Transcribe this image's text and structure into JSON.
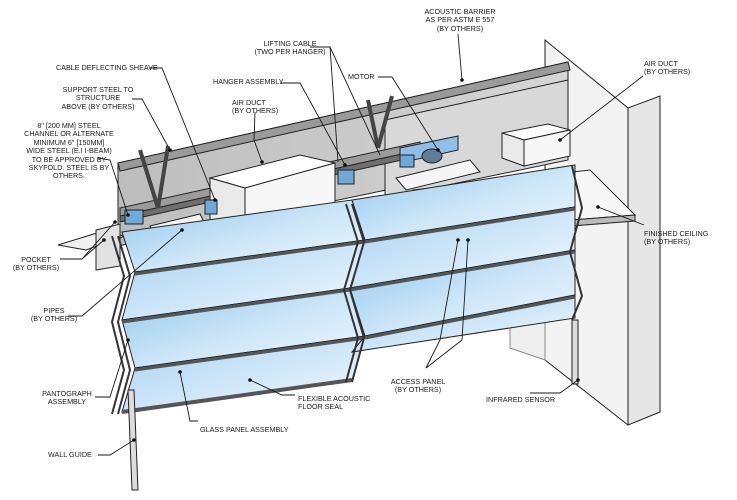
{
  "labels": {
    "acoustic_barrier": "ACOUSTIC BARRIER\nAS PER ASTM E 557\n(BY OTHERS)",
    "lifting_cable": "LIFTING CABLE\n(TWO PER HANGER)",
    "cable_deflecting_sheave": "CABLE DEFLECTING SHEAVE",
    "hanger_assembly": "HANGER ASSEMBLY",
    "motor": "MOTOR",
    "air_duct_right": "AIR DUCT\n(BY OTHERS)",
    "support_steel": "SUPPORT STEEL TO\nSTRUCTURE\nABOVE (BY OTHERS)",
    "air_duct_left": "AIR DUCT\n(BY OTHERS)",
    "steel_channel": "8\" [200 mm] STEEL\nCHANNEL OR ALTERNATE\nMINIMUM 6\" [150mm]\nWIDE STEEL (e.i I-BEAM)\nTO BE APPROVED BY\nSKYFOLD. STEEL IS BY\nOTHERS.",
    "finished_ceiling": "FINISHED CEILING\n(BY OTHERS)",
    "pocket": "POCKET\n(BY OTHERS)",
    "pipes": "PIPES\n(BY OTHERS)",
    "pantograph": "PANTOGRAPH\nASSEMBLY",
    "flexible_seal": "FLEXIBLE ACOUSTIC\nFLOOR SEAL",
    "access_panel": "ACCESS PANEL\n(BY OTHERS)",
    "infrared_sensor": "INFRARED SENSOR",
    "glass_panel": "GLASS PANEL ASSEMBLY",
    "wall_guide": "WALL GUIDE"
  },
  "colors": {
    "glass": "#a9d4f2",
    "outline": "#222222",
    "gray_panel": "#c9c9c9",
    "wall": "#f2f2f2"
  }
}
